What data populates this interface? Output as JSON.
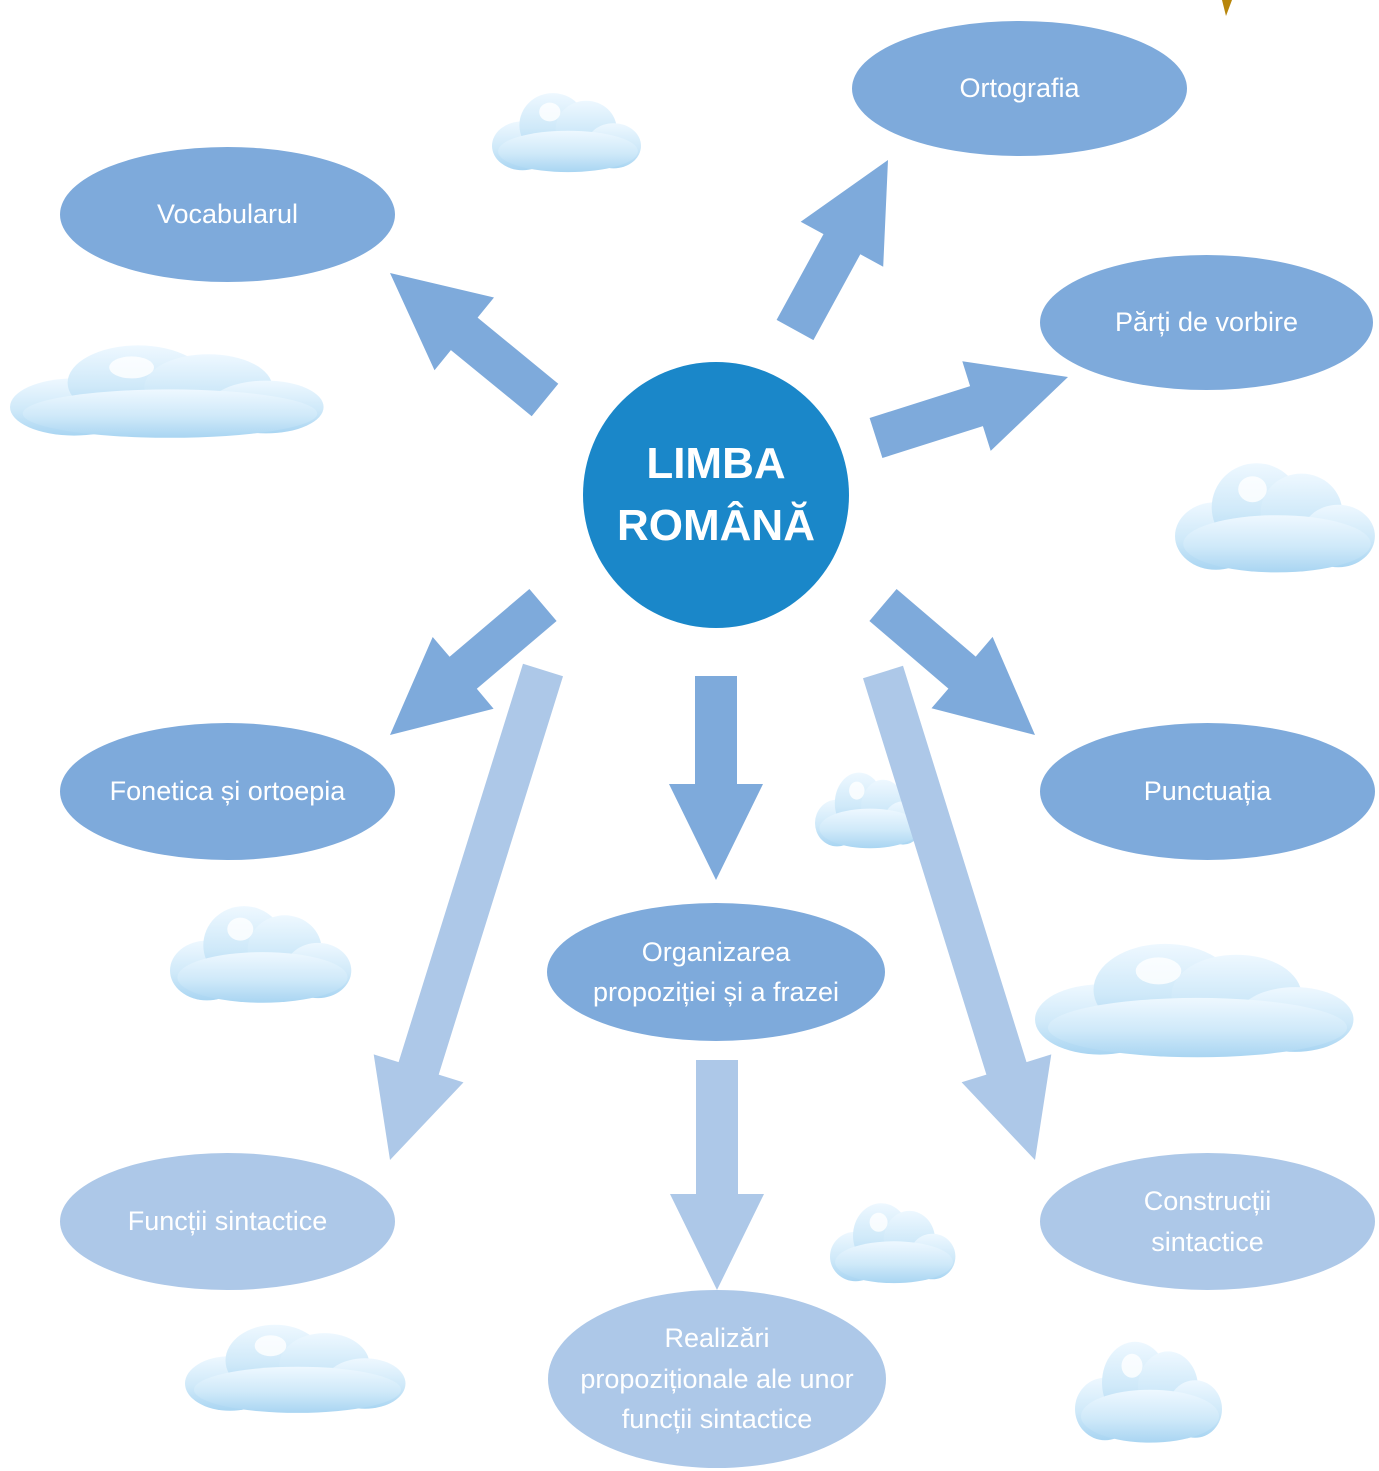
{
  "center": {
    "lines": [
      "LIMBA",
      "ROMÂNĂ"
    ],
    "color": "#1a87c9"
  },
  "topics": {
    "ortografia": "Ortografia",
    "vocabularul": "Vocabularul",
    "parti_vorbire": "Părți de vorbire",
    "fonetica": "Fonetica și ortoepia",
    "punctuatia": "Punctuația",
    "organizarea": [
      "Organizarea",
      "propoziției și a frazei"
    ]
  },
  "subtopics": {
    "functii": "Funcții sintactice",
    "constructii": [
      "Construcții",
      "sintactice"
    ],
    "realizari": [
      "Realizări",
      "propoziționale ale unor",
      "funcții sintactice"
    ]
  },
  "colors": {
    "primary": "#7eaadb",
    "secondary": "#adc8e8",
    "arrow_primary": "#7eaadb",
    "arrow_secondary": "#adc8e8",
    "cloud": "#cde8f8"
  }
}
